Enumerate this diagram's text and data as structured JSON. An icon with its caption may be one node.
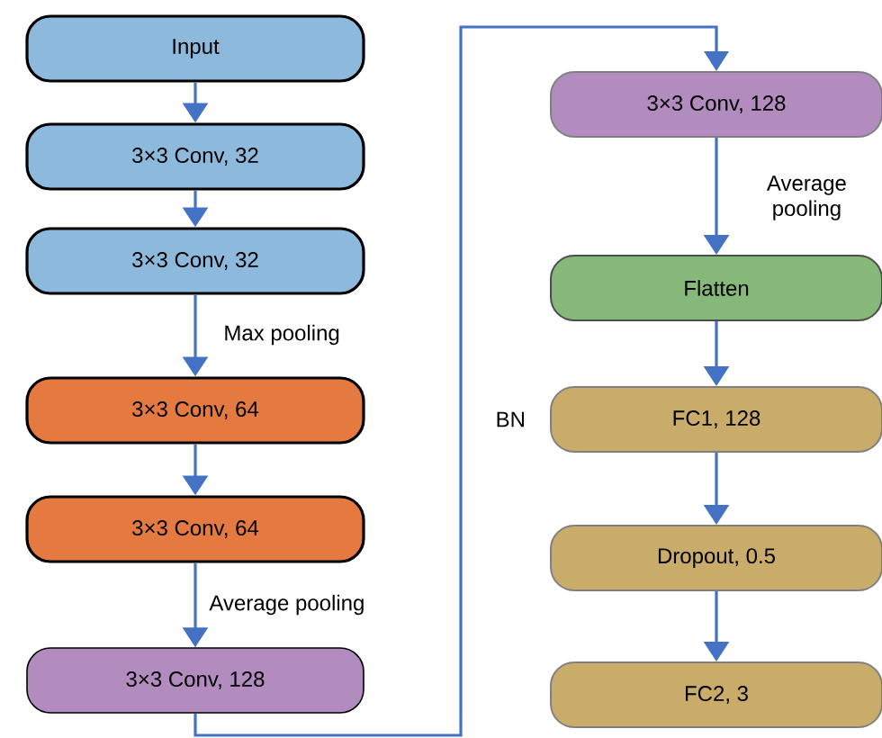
{
  "diagram": {
    "nodes": [
      {
        "text": [
          "Input"
        ]
      },
      {
        "text": [
          "3×3 Conv, 32"
        ]
      },
      {
        "text": [
          "3×3 Conv, 32"
        ]
      },
      {
        "text": [
          "3×3 Conv, 64"
        ]
      },
      {
        "text": [
          "3×3 Conv, 64"
        ]
      },
      {
        "text": [
          "3×3 Conv, 128"
        ]
      },
      {
        "text": [
          "3×3 Conv, 128"
        ]
      },
      {
        "text": [
          "Flatten"
        ]
      },
      {
        "text": [
          "FC1, 128"
        ],
        "beside": [
          "BN"
        ]
      },
      {
        "text": [
          "Dropout, 0.5"
        ]
      },
      {
        "text": [
          "FC2, 3"
        ]
      }
    ],
    "edges": [
      {
        "from": 0,
        "to": 1,
        "arrow": "to"
      },
      {
        "from": 1,
        "to": 2,
        "arrow": "to"
      },
      {
        "from": 2,
        "to": 3,
        "arrow": "to",
        "label": "Max pooling"
      },
      {
        "from": 3,
        "to": 4,
        "arrow": "to"
      },
      {
        "from": 4,
        "to": 5,
        "arrow": "to",
        "label": "Average pooling"
      },
      {
        "from": 5,
        "to": 6,
        "arrow": "to"
      },
      {
        "from": 6,
        "to": 7,
        "arrow": "to",
        "label": "Average pooling"
      },
      {
        "from": 7,
        "to": 8,
        "arrow": "to"
      },
      {
        "from": 8,
        "to": 9,
        "arrow": "to"
      },
      {
        "from": 9,
        "to": 10,
        "arrow": "to"
      }
    ]
  }
}
